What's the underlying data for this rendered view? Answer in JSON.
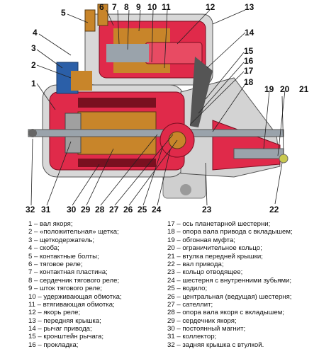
{
  "diagram": {
    "callouts": [
      "1",
      "2",
      "3",
      "4",
      "5",
      "6",
      "7",
      "8",
      "9",
      "10",
      "11",
      "12",
      "13",
      "14",
      "15",
      "16",
      "17",
      "18",
      "19",
      "20",
      "21",
      "22",
      "23",
      "24",
      "25",
      "26",
      "27",
      "28",
      "29",
      "30",
      "31",
      "32"
    ],
    "colors": {
      "housing": "#d8d8d8",
      "cutaway": "#e02a4a",
      "copper": "#c8852a",
      "shaft": "#9aa3ab",
      "dark": "#333333"
    }
  },
  "legend": {
    "left": [
      "1 – вал якоря;",
      "2 – «положительная» щетка;",
      "3 – щеткодержатель;",
      "4 – скоба;",
      "5 – контактные болты;",
      "6 – тяговое реле;",
      "7 – контактная пластина;",
      "8 – сердечник тягового реле;",
      "9 – шток тягового реле;",
      "10 – удерживающая обмотка;",
      "11 – втягивающая обмотка;",
      "12 – якорь реле;",
      "13 – передняя крышка;",
      "14 – рычаг привода;",
      "15 – кронштейн рычага;",
      "16 – прокладка;"
    ],
    "right": [
      "17 – ось планетарной шестерни;",
      "18 – опора вала привода с вкладышем;",
      "19 – обгонная муфта;",
      "20 – ограничительное кольцо;",
      "21 – втулка передней крышки;",
      "22 – вал привода;",
      "23 – кольцо отводящее;",
      "24 – шестерня с внутренними зубьями;",
      "25 – водило;",
      "26 – центральная (ведущая) шестерня;",
      "27 – сателлит;",
      "28 – опора вала якоря с вкладышем;",
      "29 – сердечник якоря;",
      "30 – постоянный магнит;",
      "31 – коллектор;",
      "32 – задняя крышка с втулкой."
    ]
  }
}
